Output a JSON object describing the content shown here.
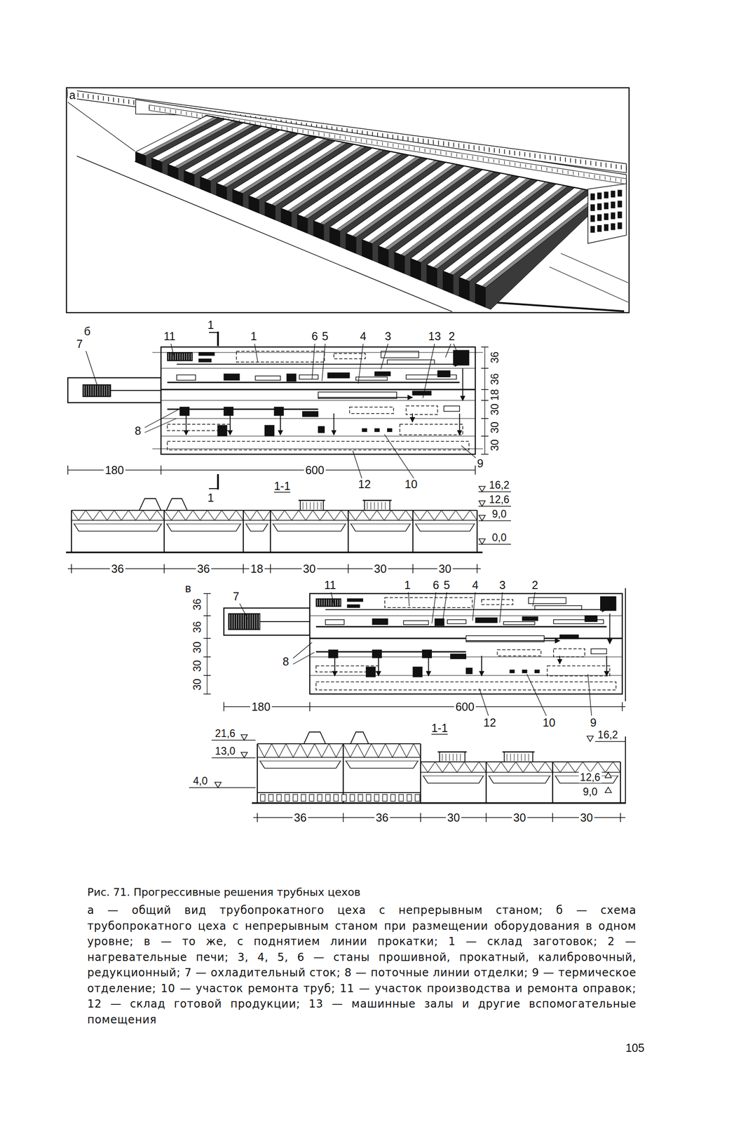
{
  "diagram": {
    "caption": "Рис. 71. Прогрессивные решения трубных цехов",
    "labels": [
      "а",
      "б",
      "11",
      "1",
      "1",
      "6",
      "5",
      "4",
      "3",
      "13",
      "2",
      "7",
      "8",
      "36",
      "36",
      "18",
      "30",
      "30",
      "30",
      "9",
      "180",
      "600",
      "12",
      "10",
      "1",
      "1-1",
      "16,2",
      "12,6",
      "9,0",
      "0,0",
      "36",
      "36",
      "18",
      "30",
      "30",
      "30",
      "в",
      "11",
      "1",
      "6",
      "5",
      "4",
      "3",
      "2",
      "7",
      "36",
      "36",
      "30",
      "30",
      "30",
      "8",
      "180",
      "600",
      "12",
      "10",
      "9",
      "1-1",
      "21,6",
      "13,0",
      "4,0",
      "16,2",
      "12,6",
      "9,0",
      "36",
      "36",
      "30",
      "30",
      "30",
      "а — общий вид трубопрокатного цеха с непрерывным станом; б — схема трубопрокатного цеха с непрерывным станом при размещении оборудования в одном уровне; в — то же, с поднятием линии прокатки; 1 — склад заготовок; 2 — нагревательные печи; 3, 4, 5, 6 — станы прошивной, прокатный, калибровочный, редукционный; 7 — охладительный сток; 8 — поточные линии отделки; 9 — термическое отделение; 10 — участок ремонта труб; 11 — участок производства и ремонта оправок; 12 — склад готовой продукции; 13 — машинные залы и другие вспомогательные помещения",
      "105"
    ]
  }
}
